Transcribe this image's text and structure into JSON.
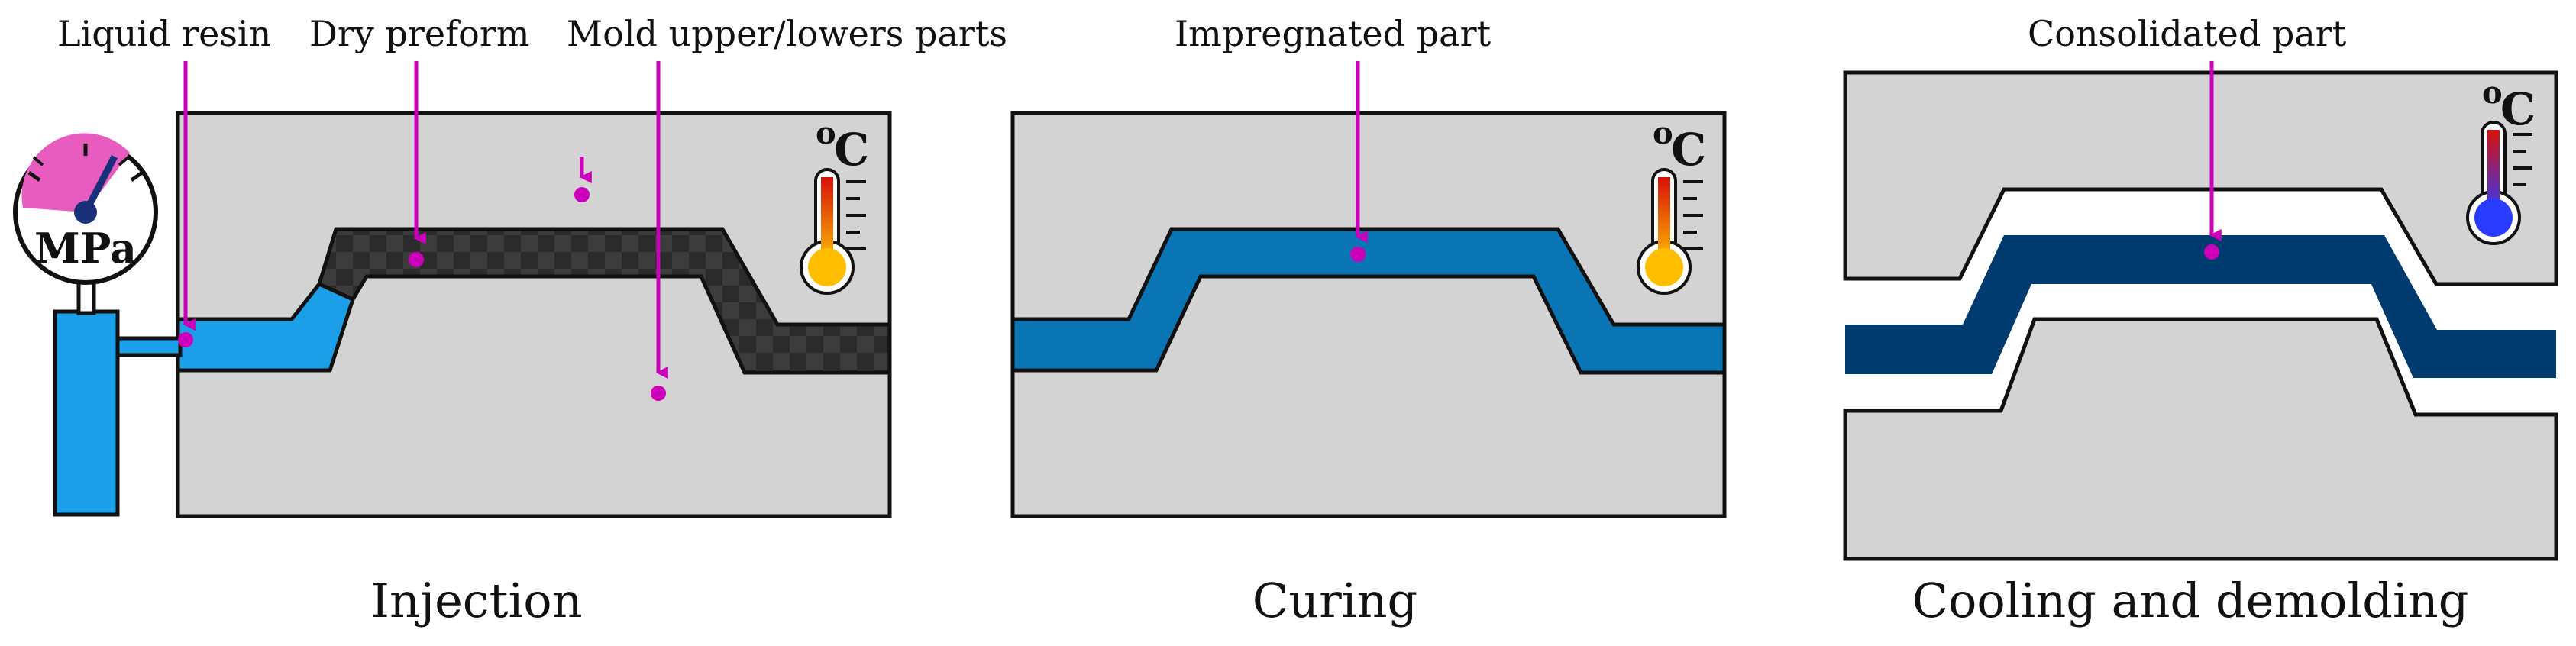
{
  "labels": {
    "liquid_resin": "Liquid resin",
    "dry_preform": "Dry preform",
    "mold_parts": "Mold upper/lowers parts",
    "impregnated_part": "Impregnated part",
    "consolidated_part": "Consolidated part"
  },
  "captions": {
    "injection": "Injection",
    "curing": "Curing",
    "cooling": "Cooling and demolding"
  },
  "gauge_unit": "MPa",
  "temp_unit_o": "o",
  "temp_unit_c": "C",
  "colors": {
    "mold": "#d3d3d3",
    "resin": "#1a9fe8",
    "impregnated": "#0a75b5",
    "consolidated": "#003b6f",
    "preform": "#3a3a3a",
    "annotation": "#cc00bb",
    "gauge": "#e85cc0"
  }
}
